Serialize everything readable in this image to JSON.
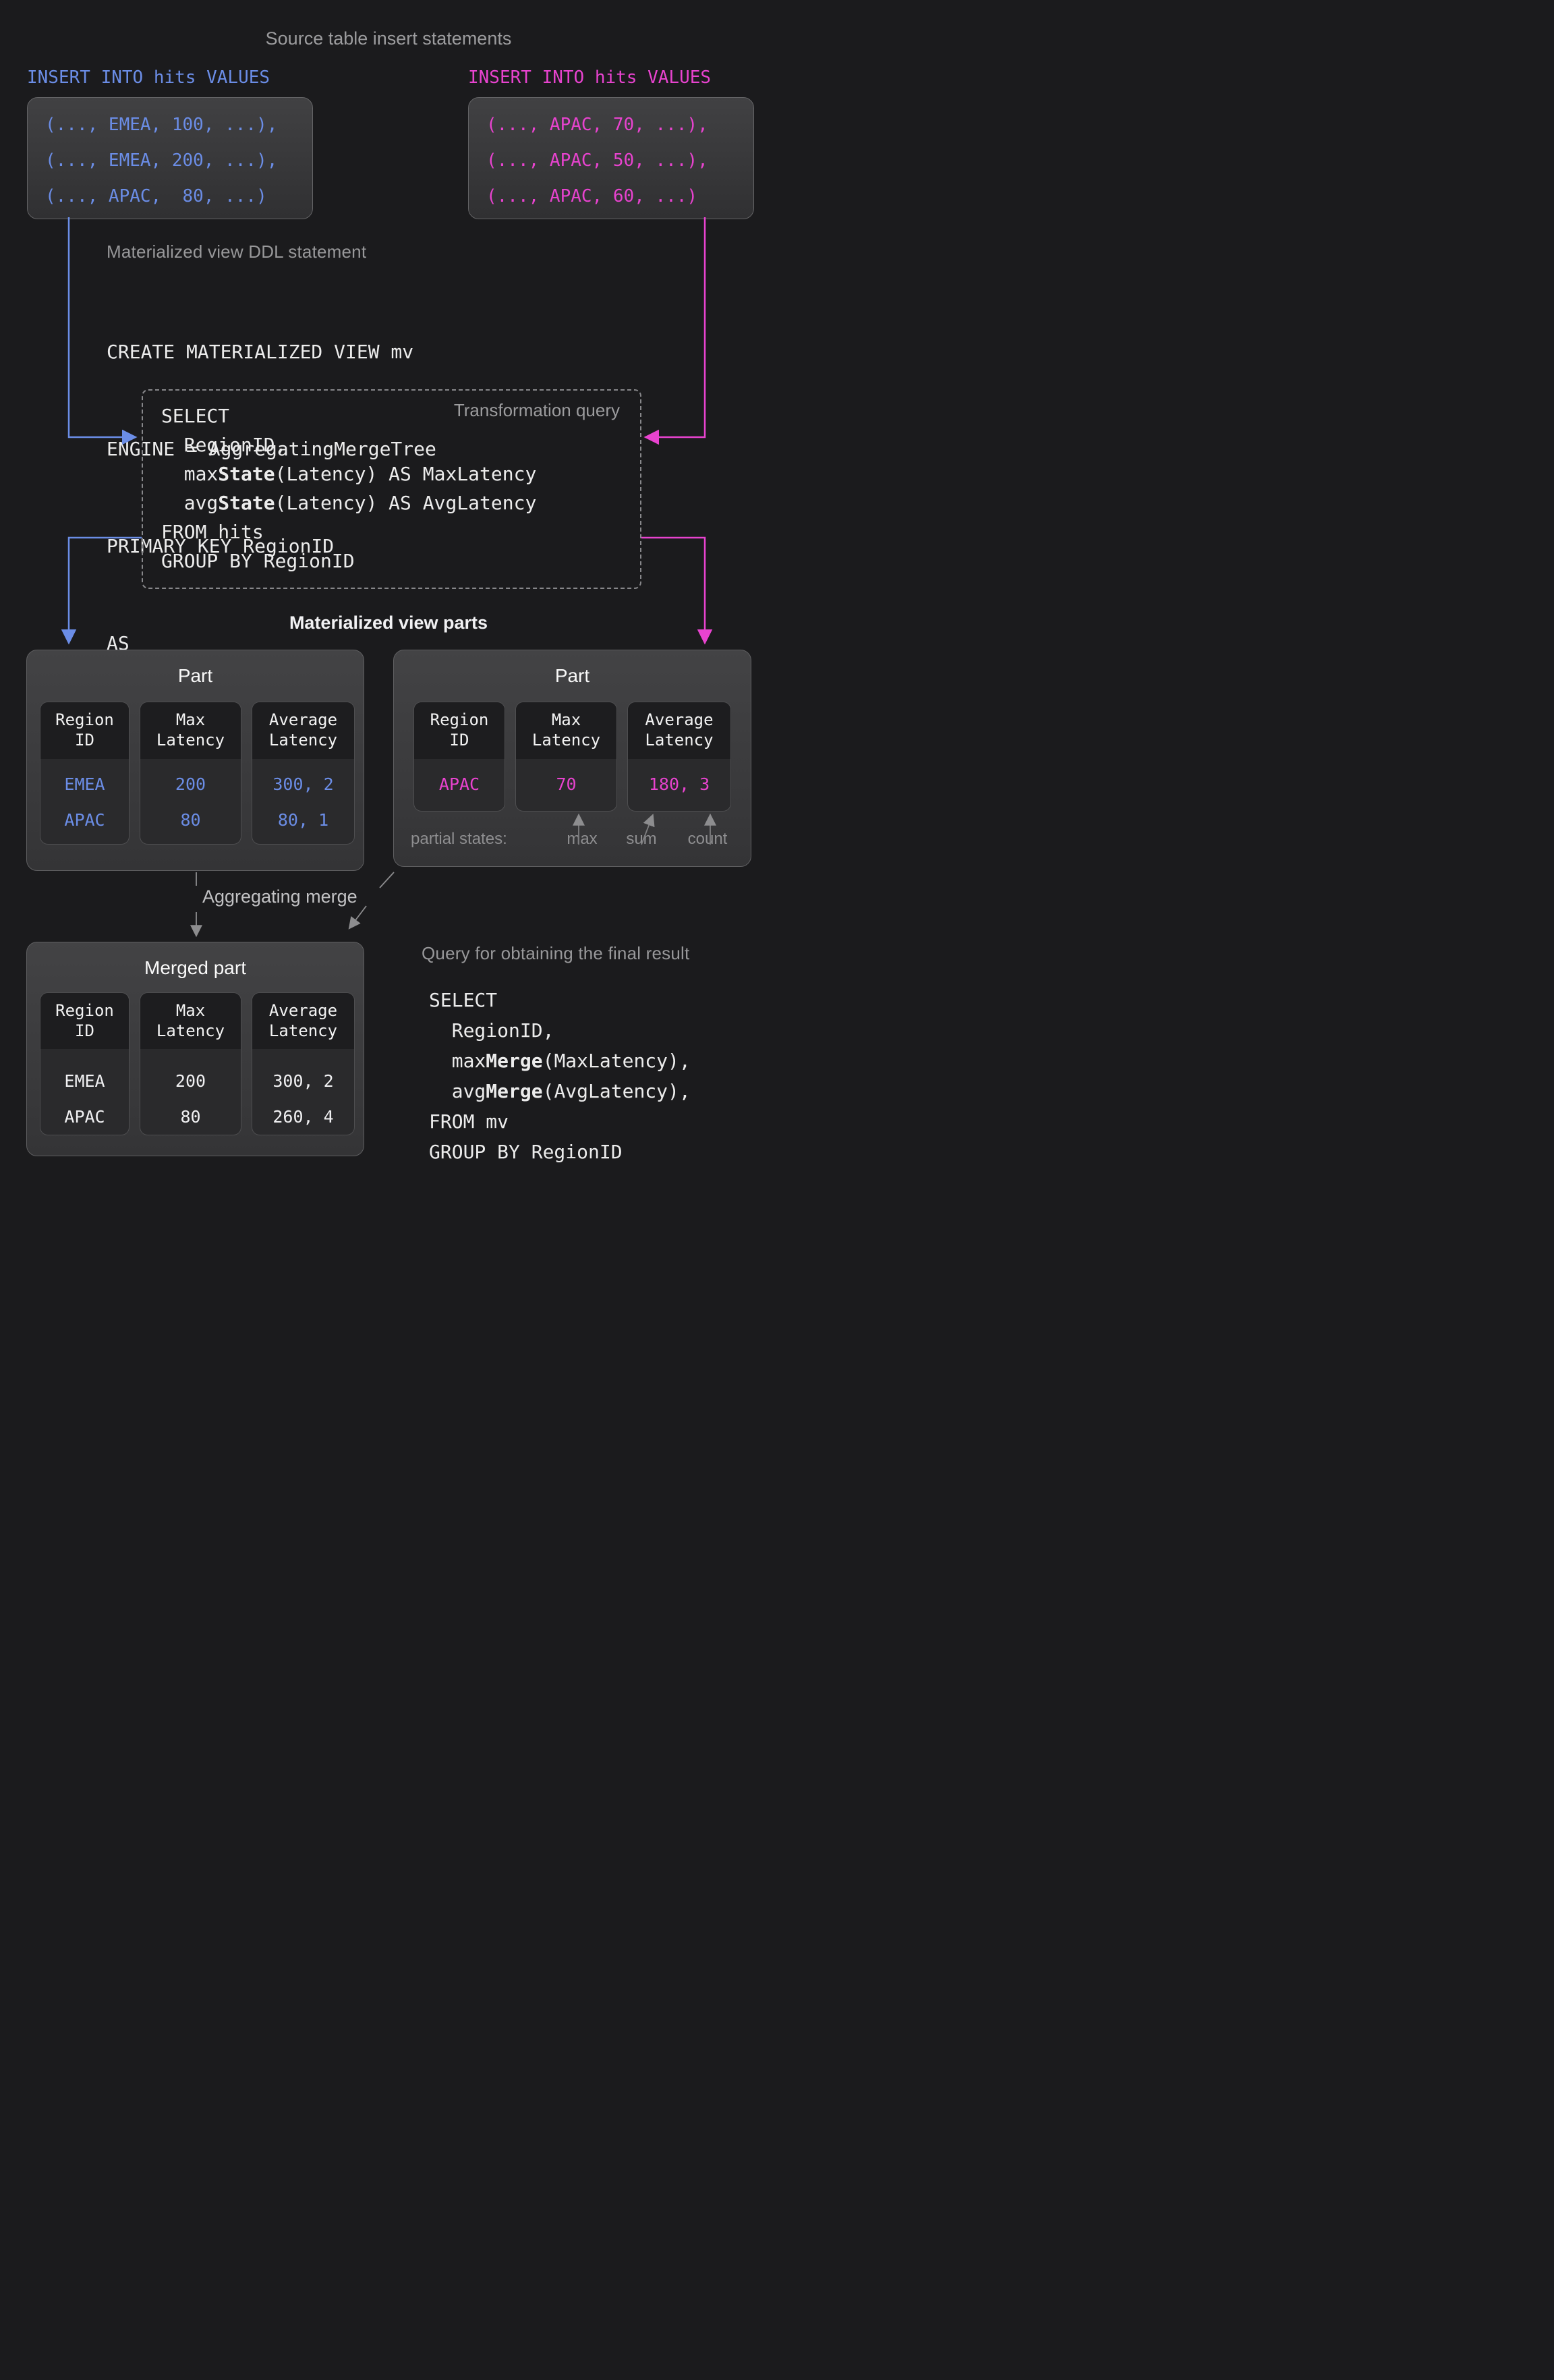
{
  "colors": {
    "background": "#1b1b1d",
    "blue": "#6b8de6",
    "magenta": "#e843cf",
    "code_white": "#ececec",
    "section_label_grey": "#98989a",
    "merge_label_grey": "#c2c2c4",
    "partial_states_grey": "#8e8e90",
    "arrow_grey": "#8d8d8f"
  },
  "title": "Source table insert statements",
  "inserts": {
    "left": {
      "header": "INSERT INTO hits VALUES",
      "rows": [
        "(..., EMEA, 100, ...),",
        "(..., EMEA, 200, ...),",
        "(..., APAC,  80, ...)"
      ]
    },
    "right": {
      "header": "INSERT INTO hits VALUES",
      "rows": [
        "(..., APAC, 70, ...),",
        "(..., APAC, 50, ...),",
        "(..., APAC, 60, ...)"
      ]
    }
  },
  "ddl": {
    "label": "Materialized view DDL statement",
    "lines": [
      "CREATE MATERIALIZED VIEW mv",
      "ENGINE = AggregatingMergeTree",
      "PRIMARY KEY RegionID",
      "AS"
    ]
  },
  "transformation": {
    "label": "Transformation query",
    "code": [
      [
        {
          "t": "SELECT"
        }
      ],
      [
        {
          "t": "  RegionID,"
        }
      ],
      [
        {
          "t": "  max"
        },
        {
          "t": "State",
          "b": true
        },
        {
          "t": "(Latency) AS MaxLatency"
        }
      ],
      [
        {
          "t": "  avg"
        },
        {
          "t": "State",
          "b": true
        },
        {
          "t": "(Latency) AS AvgLatency"
        }
      ],
      [
        {
          "t": "FROM hits"
        }
      ],
      [
        {
          "t": "GROUP BY RegionID"
        }
      ]
    ]
  },
  "mv_parts_label": "Materialized view parts",
  "part_left": {
    "title": "Part",
    "columns": [
      "Region\nID",
      "Max\nLatency",
      "Average\nLatency"
    ],
    "rows": [
      [
        "EMEA",
        "200",
        "300, 2"
      ],
      [
        "APAC",
        "80",
        "80, 1"
      ]
    ]
  },
  "part_right": {
    "title": "Part",
    "columns": [
      "Region\nID",
      "Max\nLatency",
      "Average\nLatency"
    ],
    "rows": [
      [
        "APAC",
        "70",
        "180, 3"
      ]
    ],
    "partial_states": {
      "label": "partial states:",
      "items": [
        "max",
        "sum",
        "count"
      ]
    }
  },
  "merge_label": "Aggregating merge",
  "merged_part": {
    "title": "Merged part",
    "columns": [
      "Region\nID",
      "Max\nLatency",
      "Average\nLatency"
    ],
    "rows": [
      [
        "EMEA",
        "200",
        "300, 2"
      ],
      [
        "APAC",
        "80",
        "260, 4"
      ]
    ]
  },
  "final_query": {
    "label": "Query for obtaining the final result",
    "code": [
      [
        {
          "t": "SELECT"
        }
      ],
      [
        {
          "t": "  RegionID,"
        }
      ],
      [
        {
          "t": "  max"
        },
        {
          "t": "Merge",
          "b": true
        },
        {
          "t": "(MaxLatency),"
        }
      ],
      [
        {
          "t": "  avg"
        },
        {
          "t": "Merge",
          "b": true
        },
        {
          "t": "(AvgLatency),"
        }
      ],
      [
        {
          "t": "FROM mv"
        }
      ],
      [
        {
          "t": "GROUP BY RegionID"
        }
      ]
    ]
  }
}
